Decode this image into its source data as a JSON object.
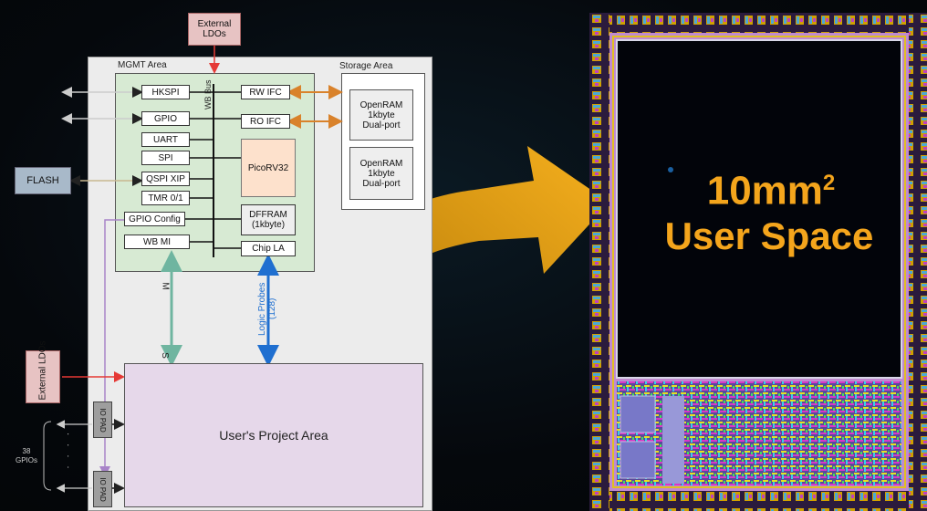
{
  "diagram": {
    "external_ldos_top": "External LDOs",
    "external_ldos_left": "External LDOs",
    "mgmt_area_label": "MGMT Area",
    "storage_area_label": "Storage Area",
    "wb_bus_label": "WB Bus",
    "mgmt_blocks": [
      "HKSPI",
      "GPIO",
      "UART",
      "SPI",
      "QSPI XIP",
      "TMR 0/1",
      "GPIO Config",
      "WB MI"
    ],
    "right_blocks": {
      "rw_ifc": "RW IFC",
      "ro_ifc": "RO IFC",
      "picorv32": "PicoRV32",
      "dffram_line1": "DFFRAM",
      "dffram_line2": "(1kbyte)",
      "chip_la": "Chip LA"
    },
    "openram": [
      {
        "l1": "OpenRAM",
        "l2": "1kbyte",
        "l3": "Dual-port"
      },
      {
        "l1": "OpenRAM",
        "l2": "1kbyte",
        "l3": "Dual-port"
      }
    ],
    "flash_label": "FLASH",
    "m_label": "M",
    "s_label": "S",
    "logic_probes_label": "Logic Probes",
    "logic_probes_count": "(128)",
    "user_project_area": "User's Project Area",
    "io_pad_label": "IO PAD",
    "gpio_count": "38",
    "gpio_label": "GPIOs",
    "ellipsis": "· · · ·"
  },
  "overlay": {
    "size_value": "10mm",
    "size_exponent": "2",
    "user_space_label": "User Space"
  },
  "colors": {
    "accent_orange": "#f4a51c",
    "rw_arrow": "#d9822b",
    "probe_arrow": "#1f6fd0",
    "ms_arrow": "#6fb5a0",
    "config_line": "#a884c8",
    "ldo_arrow": "#e53935"
  }
}
